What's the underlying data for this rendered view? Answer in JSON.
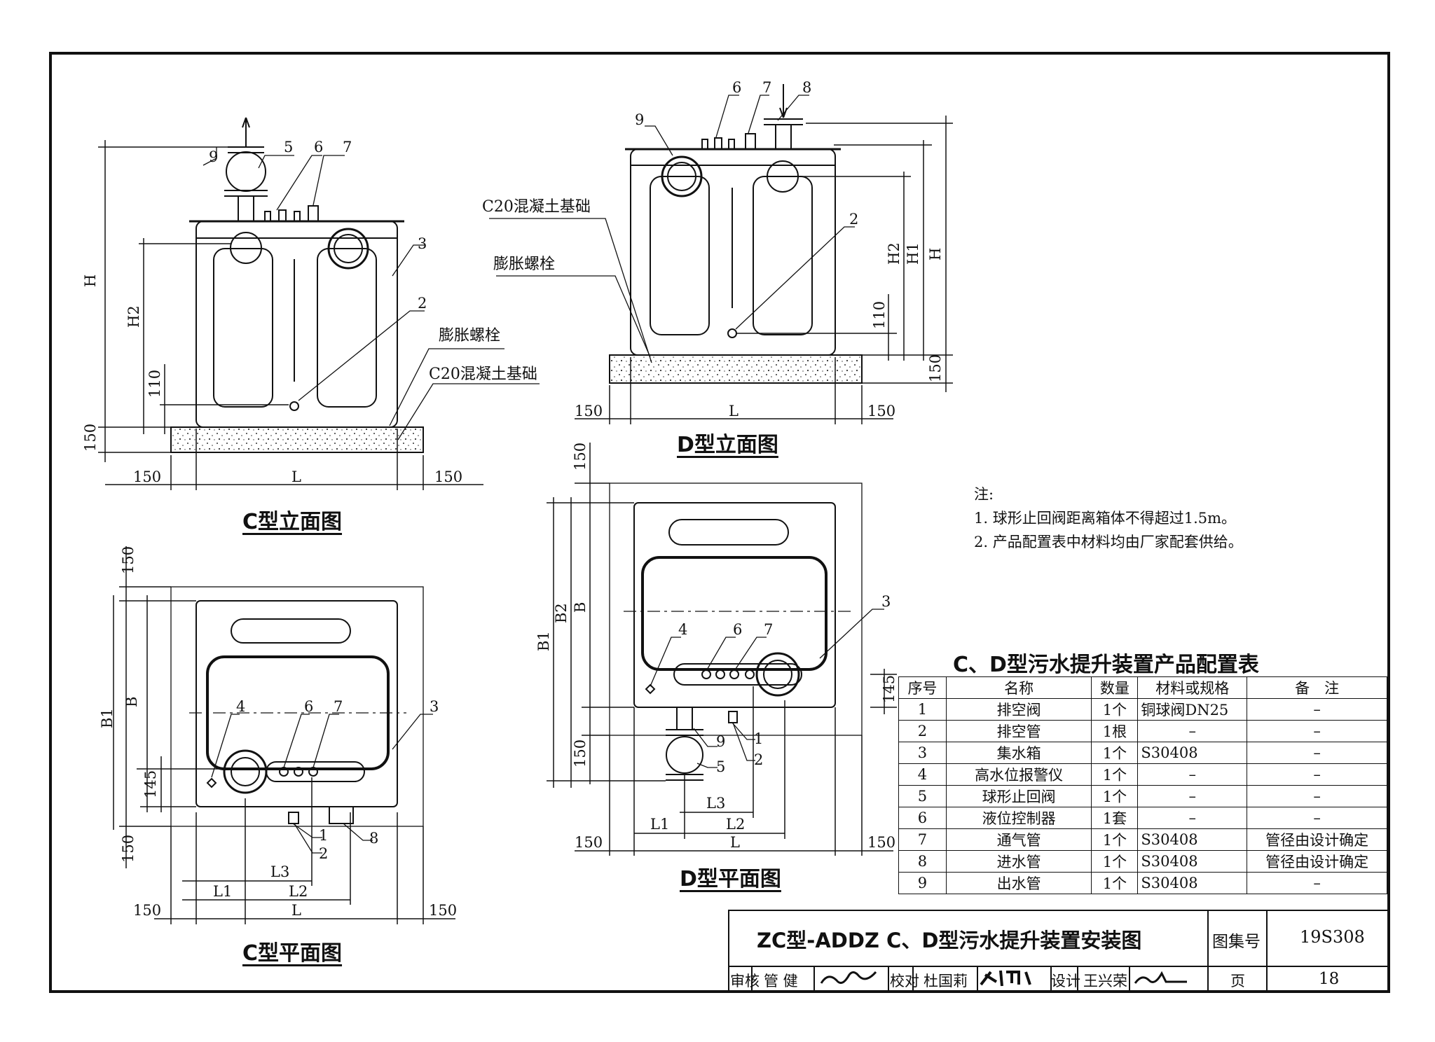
{
  "labels": {
    "n1": "1",
    "n2": "2",
    "n3": "3",
    "n4": "4",
    "n5": "5",
    "n6": "6",
    "n7": "7",
    "n8": "8",
    "n9": "9",
    "dim_150": "150",
    "dim_110": "110",
    "dim_145": "145",
    "L": "L",
    "L1": "L1",
    "L2": "L2",
    "L3": "L3",
    "H": "H",
    "H1": "H1",
    "H2": "H2",
    "B": "B",
    "B1": "B1",
    "B2": "B2",
    "foundation": "C20混凝土基础",
    "bolt": "膨胀螺栓"
  },
  "captions": {
    "c_elev": "C型立面图",
    "d_elev": "D型立面图",
    "c_plan": "C型平面图",
    "d_plan": "D型平面图"
  },
  "notes": {
    "heading": "注:",
    "items": [
      "1. 球形止回阀距离箱体不得超过1.5m。",
      "2. 产品配置表中材料均由厂家配套供给。"
    ]
  },
  "table": {
    "title": "C、D型污水提升装置产品配置表",
    "headers": [
      "序号",
      "名称",
      "数量",
      "材料或规格",
      "备　注"
    ],
    "rows": [
      [
        "1",
        "排空阀",
        "1个",
        "铜球阀DN25",
        "–"
      ],
      [
        "2",
        "排空管",
        "1根",
        "–",
        "–"
      ],
      [
        "3",
        "集水箱",
        "1个",
        "S30408",
        "–"
      ],
      [
        "4",
        "高水位报警仪",
        "1个",
        "–",
        "–"
      ],
      [
        "5",
        "球形止回阀",
        "1个",
        "–",
        "–"
      ],
      [
        "6",
        "液位控制器",
        "1套",
        "–",
        "–"
      ],
      [
        "7",
        "通气管",
        "1个",
        "S30408",
        "管径由设计确定"
      ],
      [
        "8",
        "进水管",
        "1个",
        "S30408",
        "管径由设计确定"
      ],
      [
        "9",
        "出水管",
        "1个",
        "S30408",
        "–"
      ]
    ]
  },
  "title_block": {
    "title": "ZC型-ADDZ C、D型污水提升装置安装图",
    "atlas_label": "图集号",
    "atlas_no": "19S308",
    "review_label": "审核",
    "reviewer": "管 健",
    "check_label": "校对",
    "checker": "杜国莉",
    "design_label": "设计",
    "designer": "王兴荣",
    "page_label": "页",
    "page_no": "18"
  }
}
